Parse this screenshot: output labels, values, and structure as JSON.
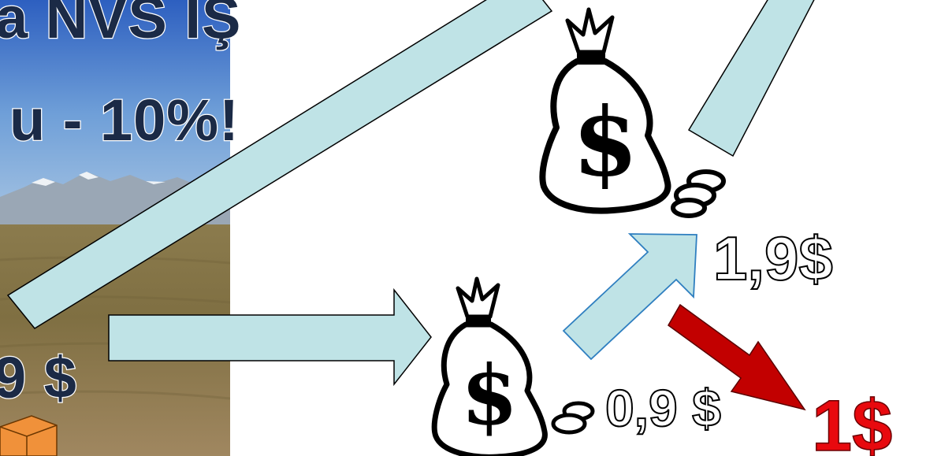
{
  "banner": {
    "line1": "a NVS IŞ",
    "line2": "u - 10%!"
  },
  "photo": {
    "value_label": "9 $"
  },
  "flow": {
    "small_bag_value": "0,9 $",
    "large_bag_value": "1,9$",
    "result_value": "1$",
    "bag_symbol": "$"
  },
  "colors": {
    "arrow_fill": "#bfe3e6",
    "arrow_stroke_blue": "#2f7fc0",
    "red_arrow": "#c20000",
    "result_red": "#e8090e",
    "sky": "#3b6cc4",
    "grass": "#8f7a4c"
  },
  "icons": {
    "money_bag": "money-bag-icon",
    "coins": "coins-icon",
    "box": "box-icon"
  }
}
